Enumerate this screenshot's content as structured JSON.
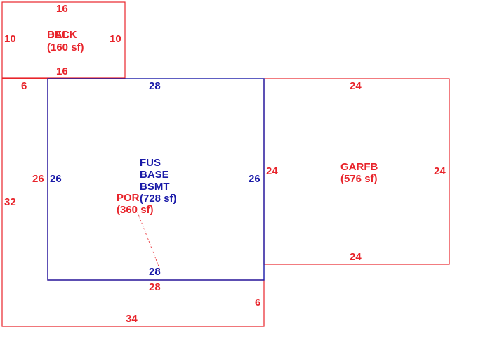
{
  "colors": {
    "red": "#e8242b",
    "blue": "#1a1aa8",
    "background": "#ffffff"
  },
  "areas": {
    "deck": {
      "code_1": "DECK",
      "code_2": "BAL",
      "area": "(160 sf)"
    },
    "main": {
      "code_1": "FUS",
      "code_2": "BASE",
      "code_3": "BSMT",
      "area": "(728 sf)"
    },
    "porch": {
      "code": "POR",
      "area": "(360 sf)"
    },
    "garage": {
      "code": "GARFB",
      "area": "(576 sf)"
    }
  },
  "dimensions": {
    "deck_top": "16",
    "deck_bottom": "16",
    "deck_left": "10",
    "deck_right": "10",
    "main_top": "28",
    "main_bottom": "28",
    "main_left": "26",
    "main_right": "26",
    "porch_top_left": "6",
    "porch_left_inner": "26",
    "porch_left_outer": "32",
    "porch_bottom_inner": "28",
    "porch_right_lower": "6",
    "porch_bottom": "34",
    "garage_top": "24",
    "garage_left": "24",
    "garage_right": "24",
    "garage_bottom": "24"
  }
}
